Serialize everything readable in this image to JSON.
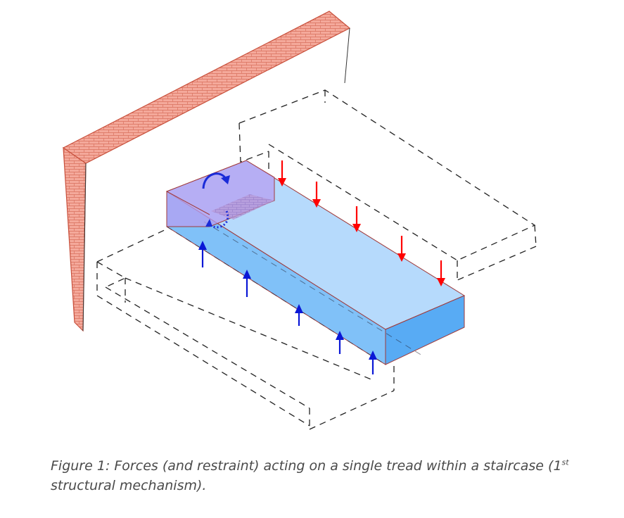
{
  "caption": {
    "prefix": "Figure 1: Forces (and restraint) acting on a single tread within a staircase (1",
    "sup": "st",
    "suffix": "structural mechanism)."
  },
  "colors": {
    "wall_fill": "#f4a99b",
    "wall_stroke": "#c8503c",
    "tread_top": "#a9d4fb",
    "tread_front": "#6ab6f7",
    "tread_end": "#4fa6f3",
    "restraint_zone": "#b59ff1",
    "downward_force": "#ff0000",
    "upward_force": "#0a17d6",
    "dashed_outline": "#222222"
  },
  "icons": [
    "rotation-arrow-icon",
    "restraint-rotation-icon"
  ]
}
